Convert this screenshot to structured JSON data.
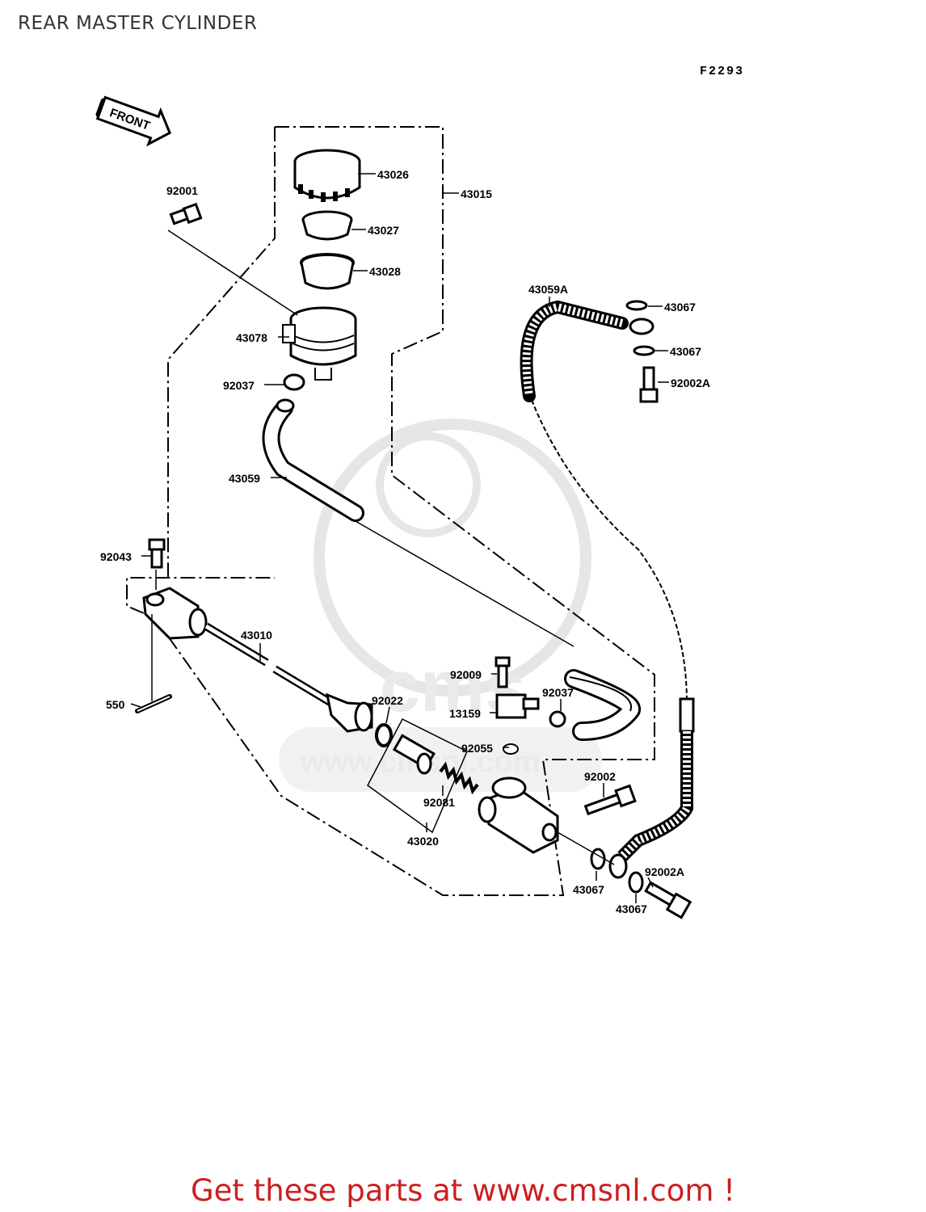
{
  "page": {
    "title": "REAR MASTER CYLINDER",
    "figure_code": "F2293",
    "front_arrow_label": "FRONT",
    "footer": "Get these parts at www.cmsnl.com !"
  },
  "watermark": {
    "logo_text": "cms",
    "url_text": "www.cmsnl.com"
  },
  "callouts": [
    {
      "id": "43026"
    },
    {
      "id": "43015"
    },
    {
      "id": "92001"
    },
    {
      "id": "43027"
    },
    {
      "id": "43028"
    },
    {
      "id": "43059A"
    },
    {
      "id": "43067"
    },
    {
      "id": "43067"
    },
    {
      "id": "43078"
    },
    {
      "id": "92037"
    },
    {
      "id": "92002A"
    },
    {
      "id": "43059"
    },
    {
      "id": "92043"
    },
    {
      "id": "43010"
    },
    {
      "id": "92009"
    },
    {
      "id": "92037"
    },
    {
      "id": "13159"
    },
    {
      "id": "550"
    },
    {
      "id": "92022"
    },
    {
      "id": "92055"
    },
    {
      "id": "92002"
    },
    {
      "id": "92081"
    },
    {
      "id": "43020"
    },
    {
      "id": "92002A"
    },
    {
      "id": "43067"
    },
    {
      "id": "43067"
    }
  ],
  "colors": {
    "line": "#000000",
    "footer_text": "#cc1f1f",
    "watermark": "#e6e6e6"
  }
}
